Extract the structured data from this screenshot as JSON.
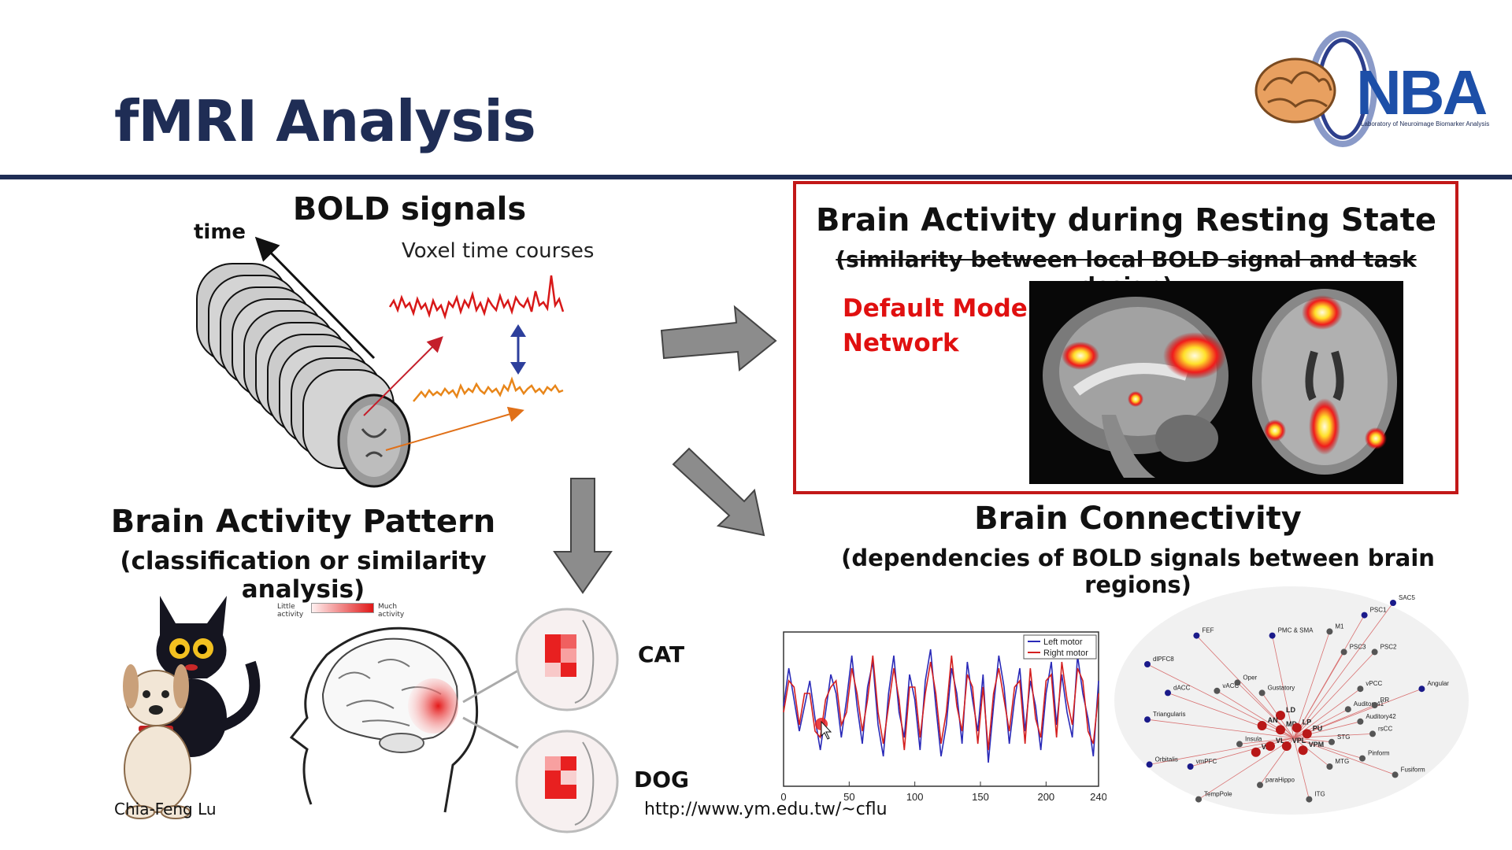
{
  "slide": {
    "title": "fMRI Analysis",
    "logo_text": "NBA",
    "logo_subtitle": "Laboratory of Neuroimage Biomarker Analysis"
  },
  "bold_panel": {
    "heading": "BOLD signals",
    "time_label": "time",
    "voxel_label": "Voxel time courses"
  },
  "resting_panel": {
    "heading": "Brain Activity during Resting State",
    "subheading_struck": "(similarity between local BOLD signal and task design)",
    "network_line1": "Default Mode",
    "network_line2": "Network"
  },
  "pattern_panel": {
    "heading": "Brain Activity Pattern",
    "subheading": "(classification or similarity analysis)",
    "legend_left": "Little activity",
    "legend_right": "Much activity",
    "label_cat": "CAT",
    "label_dog": "DOG",
    "credit": "Chia-Feng Lu"
  },
  "connectivity_panel": {
    "heading": "Brain Connectivity",
    "subheading": "(dependencies of BOLD signals between brain regions)",
    "url": "http://www.ym.edu.tw/~cflu",
    "nodes": [
      "SAC5",
      "PSC1",
      "FEF",
      "PMC & SMA",
      "M1",
      "PSC3",
      "PSC2",
      "dlPFC8",
      "dACC",
      "vACC",
      "Oper",
      "Gustatory",
      "vPCC",
      "Angular",
      "Auditory41",
      "RR",
      "LD",
      "Auditory42",
      "Triangularis",
      "AN",
      "MD",
      "LP",
      "PU",
      "rsCC",
      "Insula",
      "VA",
      "VL",
      "VPL",
      "VPM",
      "STG",
      "Pinform",
      "Orbitalis",
      "vmPFC",
      "MTG",
      "Fusiform",
      "paraHippo",
      "TempPole",
      "ITG"
    ]
  },
  "chart_data": {
    "type": "line",
    "title": "",
    "xlabel": "",
    "ylabel": "",
    "xlim": [
      0,
      240
    ],
    "xticks": [
      0,
      50,
      100,
      150,
      200,
      240
    ],
    "legend_position": "top-right",
    "series": [
      {
        "name": "Left motor",
        "color": "#2a2ab8",
        "values": [
          0.1,
          0.7,
          0.2,
          -0.3,
          0.1,
          0.5,
          -0.1,
          -0.6,
          0.0,
          0.6,
          0.3,
          -0.4,
          0.2,
          0.9,
          0.1,
          -0.5,
          0.4,
          0.8,
          -0.2,
          -0.7,
          0.3,
          0.9,
          0.0,
          -0.4,
          0.6,
          0.2,
          -0.6,
          0.5,
          1.0,
          0.1,
          -0.7,
          -0.2,
          0.7,
          0.3,
          -0.5,
          0.8,
          0.2,
          -0.3,
          0.6,
          -0.8,
          0.1,
          0.9,
          0.4,
          -0.5,
          0.2,
          0.7,
          -0.3,
          0.5,
          0.1,
          -0.6,
          0.3,
          0.8,
          -0.2,
          0.6,
          0.0,
          -0.4,
          0.9,
          0.3,
          -0.1,
          -0.7,
          0.5
        ]
      },
      {
        "name": "Right motor",
        "color": "#d42020",
        "values": [
          0.0,
          0.5,
          0.4,
          -0.2,
          0.3,
          0.3,
          -0.3,
          -0.4,
          0.2,
          0.4,
          0.5,
          -0.2,
          0.0,
          0.7,
          0.3,
          -0.3,
          0.2,
          0.9,
          0.0,
          -0.5,
          0.1,
          0.7,
          0.2,
          -0.6,
          0.4,
          0.4,
          -0.4,
          0.3,
          0.8,
          0.3,
          -0.5,
          0.0,
          0.9,
          0.1,
          -0.3,
          0.6,
          0.4,
          -0.5,
          0.4,
          -0.6,
          0.3,
          0.7,
          0.2,
          -0.3,
          0.4,
          0.5,
          -0.5,
          0.7,
          -0.1,
          -0.4,
          0.5,
          0.6,
          -0.4,
          0.8,
          0.2,
          -0.2,
          0.7,
          0.5,
          -0.3,
          -0.5,
          0.3
        ]
      }
    ]
  }
}
